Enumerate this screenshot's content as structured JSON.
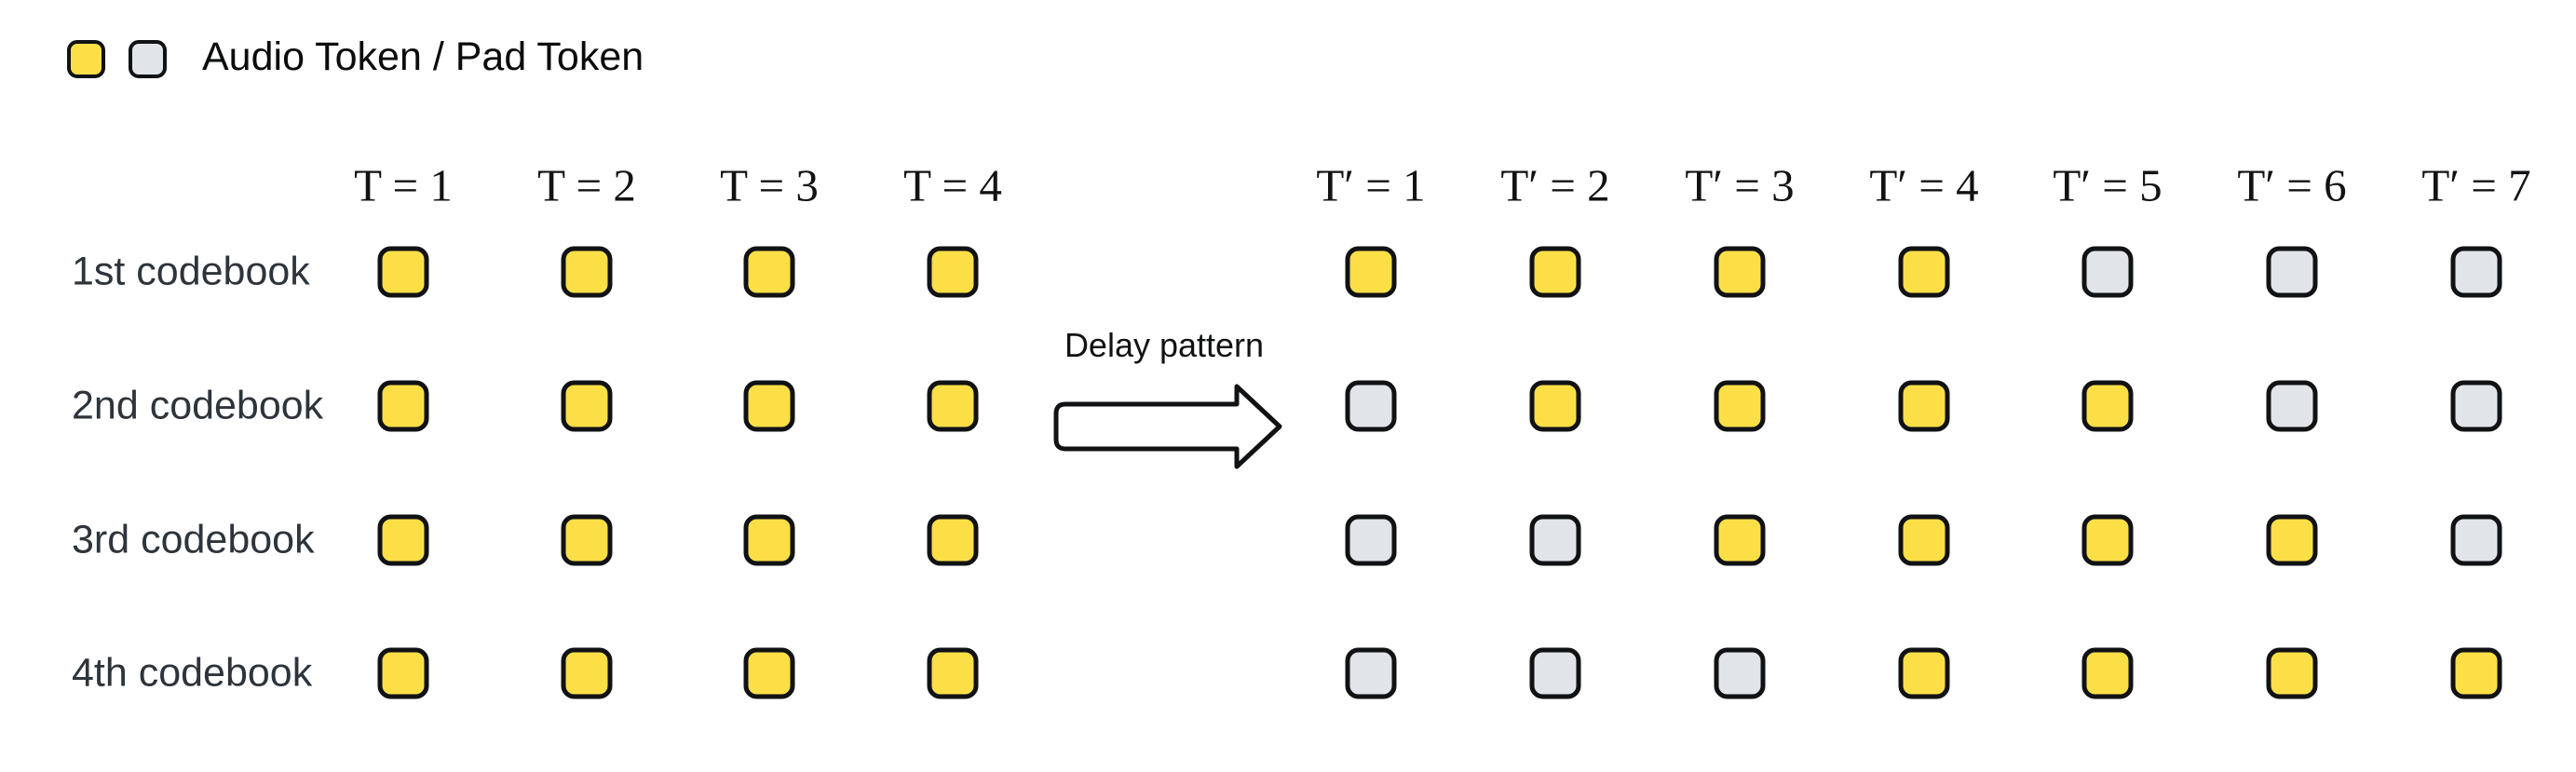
{
  "legend": {
    "label": "Audio Token / Pad Token",
    "swatches": [
      {
        "type": "audio",
        "name": "audio-token"
      },
      {
        "type": "pad",
        "name": "pad-token"
      }
    ]
  },
  "colors": {
    "audio": "#FCDF47",
    "pad": "#E1E4E8",
    "border": "#101214",
    "label_text": "#2e343b",
    "header_text": "#111214"
  },
  "transform": {
    "label": "Delay pattern"
  },
  "left_grid": {
    "headers": [
      "T = 1",
      "T = 2",
      "T = 3",
      "T = 4"
    ]
  },
  "right_grid": {
    "headers": [
      "T′ = 1",
      "T′ = 2",
      "T′ = 3",
      "T′ = 4",
      "T′ = 5",
      "T′ = 6",
      "T′ = 7"
    ]
  },
  "rows": [
    {
      "label": "1st codebook",
      "left": [
        "audio",
        "audio",
        "audio",
        "audio"
      ],
      "right": [
        "audio",
        "audio",
        "audio",
        "audio",
        "pad",
        "pad",
        "pad"
      ]
    },
    {
      "label": "2nd codebook",
      "left": [
        "audio",
        "audio",
        "audio",
        "audio"
      ],
      "right": [
        "pad",
        "audio",
        "audio",
        "audio",
        "audio",
        "pad",
        "pad"
      ]
    },
    {
      "label": "3rd codebook",
      "left": [
        "audio",
        "audio",
        "audio",
        "audio"
      ],
      "right": [
        "pad",
        "pad",
        "audio",
        "audio",
        "audio",
        "audio",
        "pad"
      ]
    },
    {
      "label": "4th codebook",
      "left": [
        "audio",
        "audio",
        "audio",
        "audio"
      ],
      "right": [
        "pad",
        "pad",
        "pad",
        "audio",
        "audio",
        "audio",
        "audio"
      ]
    }
  ]
}
